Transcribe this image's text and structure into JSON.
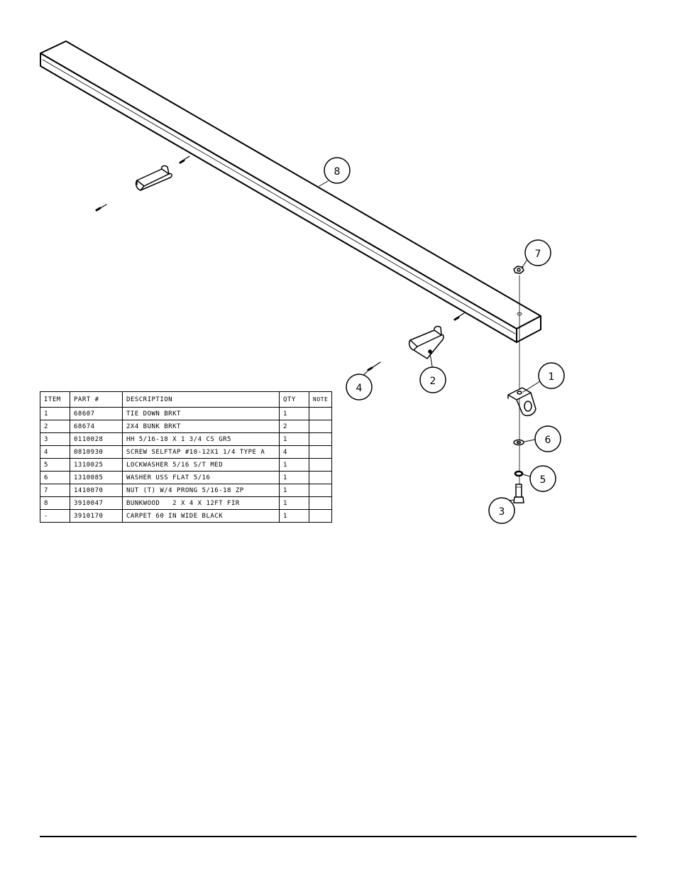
{
  "table": {
    "headers": {
      "item": "ITEM",
      "part": "PART #",
      "description": "DESCRIPTION",
      "qty": "QTY",
      "note": "NOTE"
    },
    "rows": [
      {
        "item": "1",
        "part": "68607",
        "description": "TIE DOWN BRKT",
        "qty": "1",
        "note": ""
      },
      {
        "item": "2",
        "part": "68674",
        "description": "2X4 BUNK BRKT",
        "qty": "2",
        "note": ""
      },
      {
        "item": "3",
        "part": "0110028",
        "description": "HH 5/16-18 X 1 3/4 CS GR5",
        "qty": "1",
        "note": ""
      },
      {
        "item": "4",
        "part": "0810930",
        "description": "SCREW SELFTAP #10-12X1 1/4 TYPE A",
        "qty": "4",
        "note": ""
      },
      {
        "item": "5",
        "part": "1310025",
        "description": "LOCKWASHER 5/16 S/T MED",
        "qty": "1",
        "note": ""
      },
      {
        "item": "6",
        "part": "1310085",
        "description": "WASHER USS FLAT 5/16",
        "qty": "1",
        "note": ""
      },
      {
        "item": "7",
        "part": "1410070",
        "description": "NUT (T) W/4 PRONG 5/16-18 ZP",
        "qty": "1",
        "note": ""
      },
      {
        "item": "8",
        "part": "3910047",
        "description": "BUNKWOOD   2 X 4 X 12FT FIR",
        "qty": "1",
        "note": ""
      },
      {
        "item": "-",
        "part": "3910170",
        "description": "CARPET 60 IN WIDE BLACK",
        "qty": "1",
        "note": ""
      }
    ]
  },
  "callouts": {
    "c1": "1",
    "c2": "2",
    "c3": "3",
    "c4": "4",
    "c5": "5",
    "c6": "6",
    "c7": "7",
    "c8": "8"
  }
}
